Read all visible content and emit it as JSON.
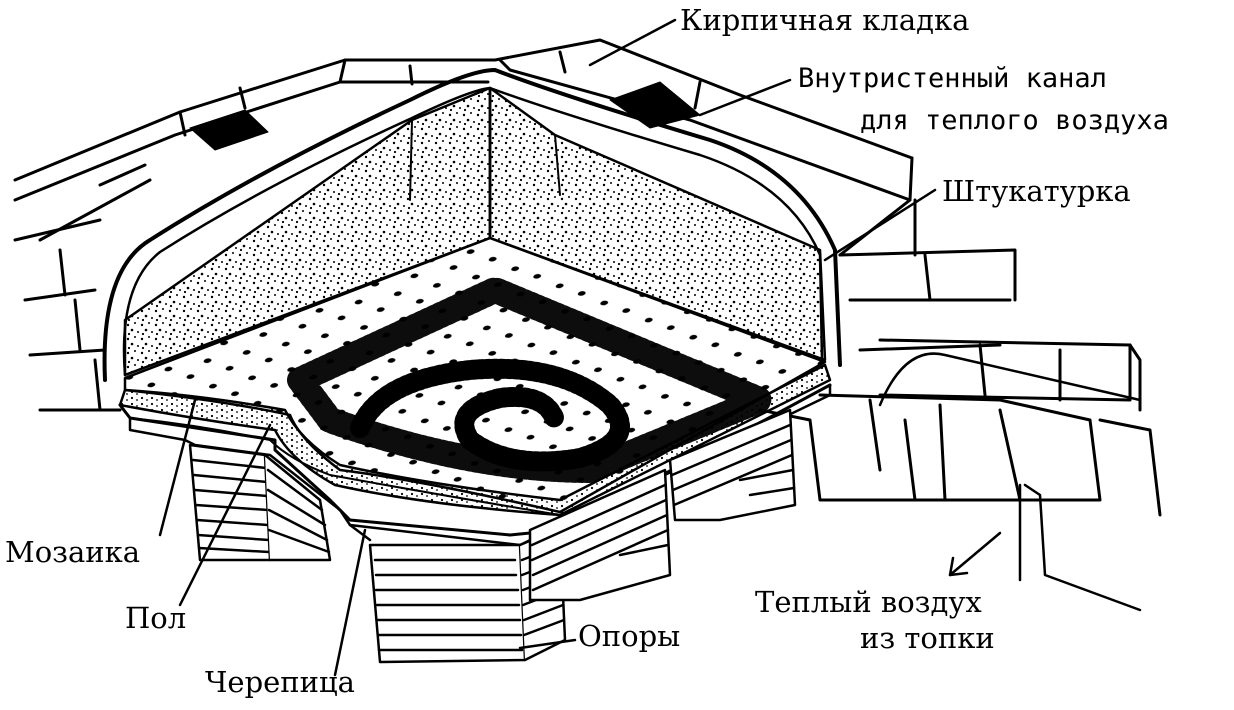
{
  "labels": {
    "brickwork": "Кирпичная кладка",
    "channel_line1": "Внутристенный канал",
    "channel_line2": "для теплого воздуха",
    "plaster": "Штукатурка",
    "mosaic": "Мозаика",
    "floor": "Пол",
    "tiles": "Черепица",
    "supports": "Опоры",
    "warm_air_line1": "Теплый воздух",
    "warm_air_line2": "из топки"
  }
}
